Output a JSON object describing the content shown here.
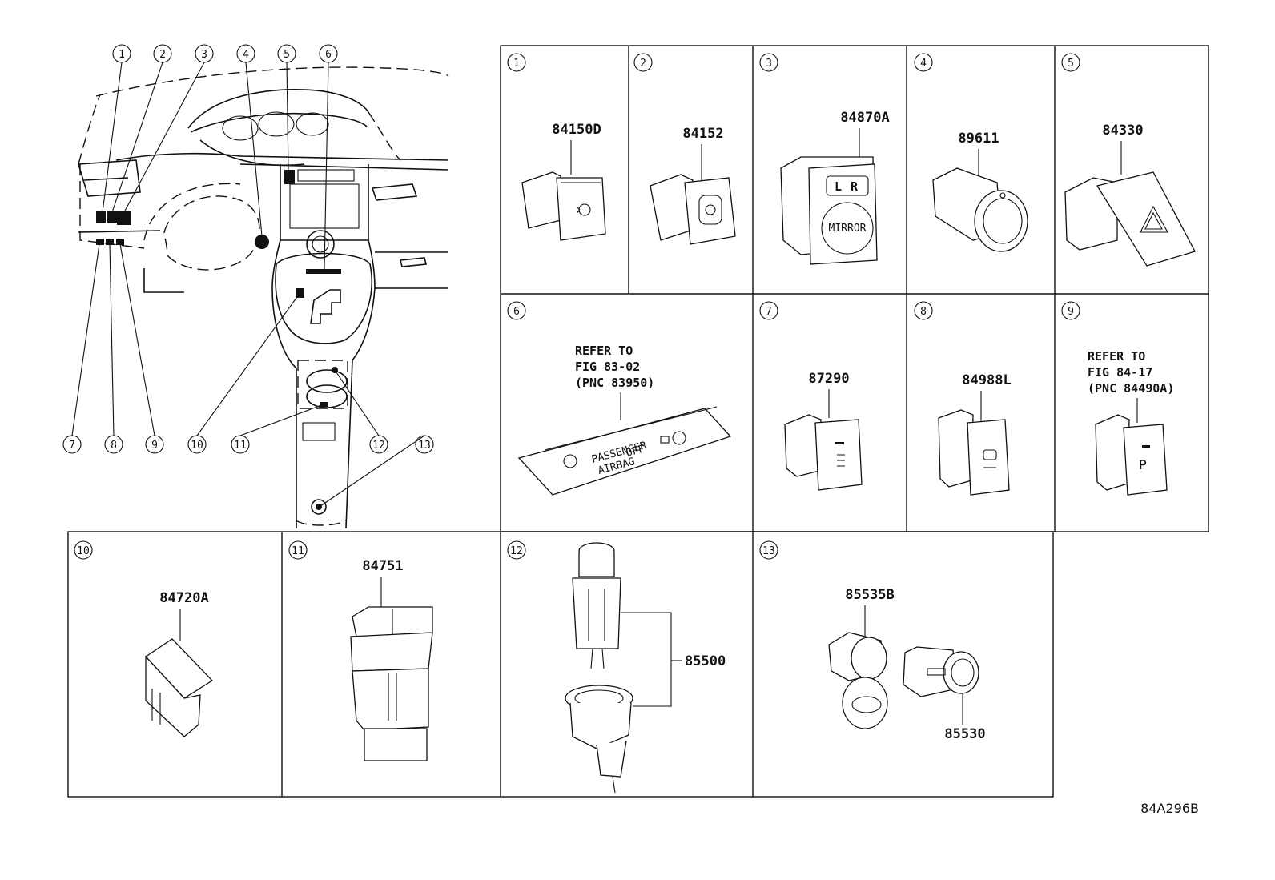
{
  "callouts": [
    "1",
    "2",
    "3",
    "4",
    "5",
    "6",
    "7",
    "8",
    "9",
    "10",
    "11",
    "12",
    "13"
  ],
  "cells": [
    {
      "num": "1",
      "parts": [
        "84150D"
      ]
    },
    {
      "num": "2",
      "parts": [
        "84152"
      ]
    },
    {
      "num": "3",
      "parts": [
        "84870A"
      ],
      "labels": [
        "L",
        "R",
        "MIRROR"
      ]
    },
    {
      "num": "4",
      "parts": [
        "89611"
      ]
    },
    {
      "num": "5",
      "parts": [
        "84330"
      ]
    },
    {
      "num": "6",
      "refer": [
        "REFER TO",
        "FIG 83-02",
        "(PNC 83950)"
      ],
      "labels": [
        "PASSENGER",
        "AIRBAG",
        "OFF"
      ]
    },
    {
      "num": "7",
      "parts": [
        "87290"
      ]
    },
    {
      "num": "8",
      "parts": [
        "84988L"
      ]
    },
    {
      "num": "9",
      "refer": [
        "REFER TO",
        "FIG 84-17",
        "(PNC 84490A)"
      ],
      "labels": [
        "P"
      ]
    },
    {
      "num": "10",
      "parts": [
        "84720A"
      ]
    },
    {
      "num": "11",
      "parts": [
        "84751"
      ]
    },
    {
      "num": "12",
      "parts": [
        "85500"
      ]
    },
    {
      "num": "13",
      "parts": [
        "85535B",
        "85530"
      ]
    }
  ],
  "drawing_code": "84A296B",
  "style": {
    "line_color": "#111111",
    "background": "#ffffff"
  }
}
